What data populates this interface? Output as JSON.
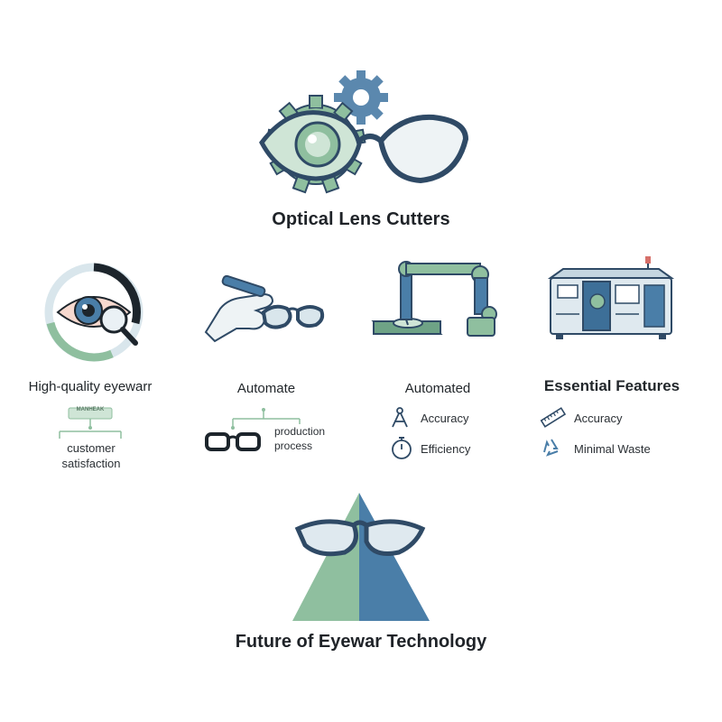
{
  "main_title": "Optical Lens Cutters",
  "columns": [
    {
      "title": "High-quality eyewarr",
      "tag_label": "MANHEAK",
      "caption": "customer satisfaction"
    },
    {
      "title": "Automate",
      "caption": "production process"
    },
    {
      "title": "Automated",
      "items": [
        "Accuracy",
        "Efficiency"
      ]
    },
    {
      "title": "Essential Features",
      "items": [
        "Accuracy",
        "Minimal Waste"
      ]
    }
  ],
  "bottom_title": "Future of Eyewar Technology",
  "colors": {
    "green": "#8fbf9f",
    "blue": "#4a7ea8",
    "navy": "#2f4a66",
    "light_green": "#cfe5d6",
    "dark": "#1d252c"
  },
  "icons": [
    "eye-glasses-gears-icon",
    "eye-magnifier-icon",
    "hand-glasses-icon",
    "robotic-arm-icon",
    "lens-cutting-machine-icon",
    "glasses-icon",
    "compass-icon",
    "stopwatch-icon",
    "ruler-icon",
    "recycle-icon",
    "arrow-glasses-icon"
  ]
}
